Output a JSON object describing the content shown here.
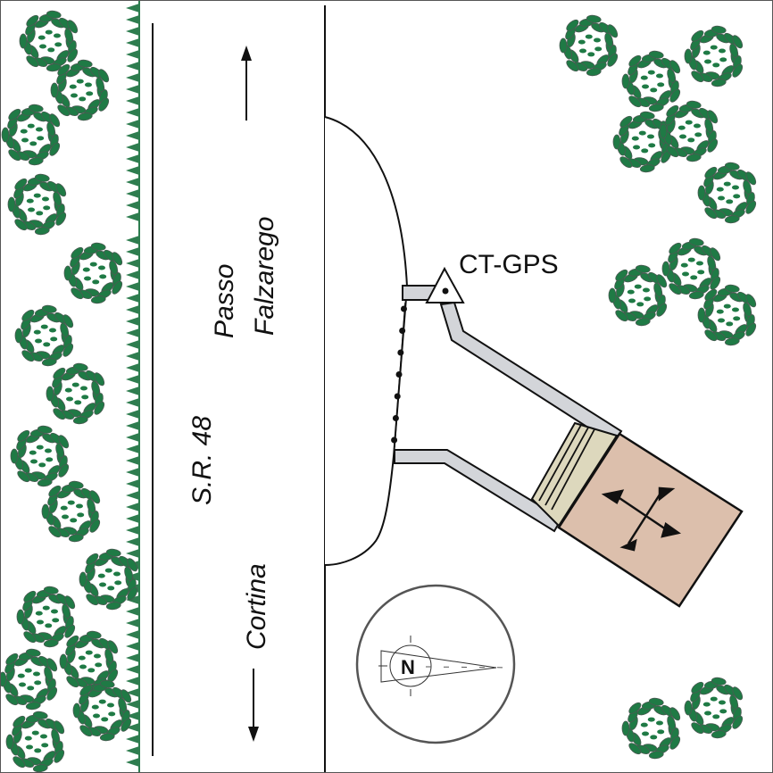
{
  "labels": {
    "station": "CT-GPS",
    "road_name": "S.R. 48",
    "direction_up_line1": "Passo",
    "direction_up_line2": "Falzarego",
    "direction_down": "Cortina",
    "compass_north": "N"
  },
  "colors": {
    "tree": "#1f7a45",
    "tree_outline": "#4a5a52",
    "grass": "#2e7d4f",
    "path": "#d3d5d9",
    "building": "#dcbfac",
    "entrance": "#ddd8bd",
    "line": "#111111"
  }
}
